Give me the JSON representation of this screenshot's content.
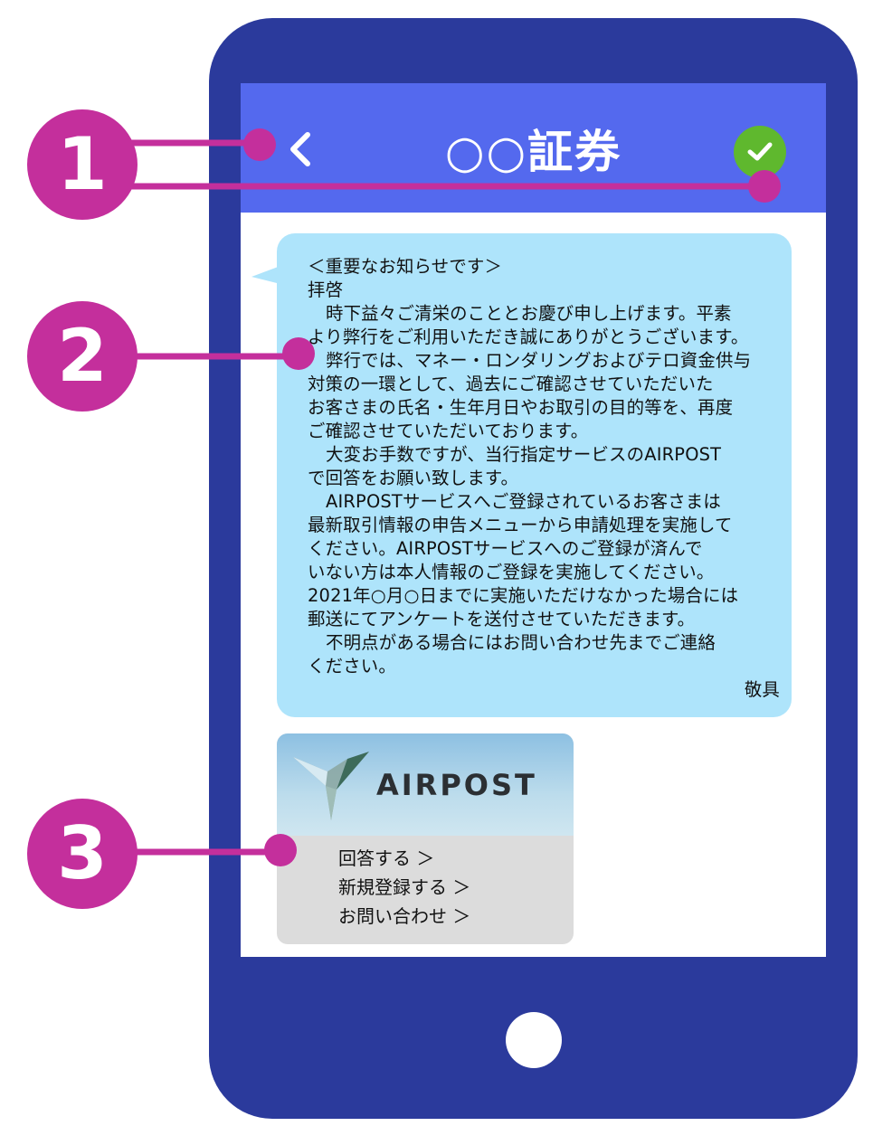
{
  "header": {
    "title": "○○証券",
    "back_icon": "chevron-left-icon",
    "verified_icon": "check-icon"
  },
  "message": {
    "lines": [
      {
        "text": "＜重要なお知らせです＞",
        "style": "plain"
      },
      {
        "text": "拝啓",
        "style": "plain"
      },
      {
        "text": "時下益々ご清栄のこととお慶び申し上げます。平素",
        "style": "indent"
      },
      {
        "text": "より弊行をご利用いただき誠にありがとうございます。",
        "style": "plain"
      },
      {
        "text": "弊行では、マネー・ロンダリングおよびテロ資金供与",
        "style": "indent"
      },
      {
        "text": "対策の一環として、過去にご確認させていただいた",
        "style": "plain"
      },
      {
        "text": "お客さまの氏名・生年月日やお取引の目的等を、再度",
        "style": "plain"
      },
      {
        "text": "ご確認させていただいております。",
        "style": "plain"
      },
      {
        "text": "大変お手数ですが、当行指定サービスのAIRPOST",
        "style": "indent"
      },
      {
        "text": "で回答をお願い致します。",
        "style": "plain"
      },
      {
        "text": "AIRPOSTサービスへご登録されているお客さまは",
        "style": "indent"
      },
      {
        "text": "最新取引情報の申告メニューから申請処理を実施して",
        "style": "plain"
      },
      {
        "text": "ください。AIRPOSTサービスへのご登録が済んで",
        "style": "plain"
      },
      {
        "text": "いない方は本人情報のご登録を実施してください。",
        "style": "plain"
      },
      {
        "text": "2021年○月○日までに実施いただけなかった場合には",
        "style": "plain"
      },
      {
        "text": "郵送にてアンケートを送付させていただきます。",
        "style": "plain"
      },
      {
        "text": "不明点がある場合にはお問い合わせ先までご連絡",
        "style": "indent"
      },
      {
        "text": "ください。",
        "style": "plain"
      },
      {
        "text": "敬具",
        "style": "right"
      }
    ]
  },
  "card": {
    "brand": "AIRPOST",
    "menu": [
      "回答する ＞",
      "新規登録する ＞",
      "お問い合わせ ＞"
    ]
  },
  "callouts": [
    "1",
    "2",
    "3"
  ],
  "colors": {
    "phone": "#2b3a9c",
    "header": "#5469ee",
    "bubble": "#aee4fb",
    "callout": "#c42f9c",
    "check": "#5fb82e"
  }
}
